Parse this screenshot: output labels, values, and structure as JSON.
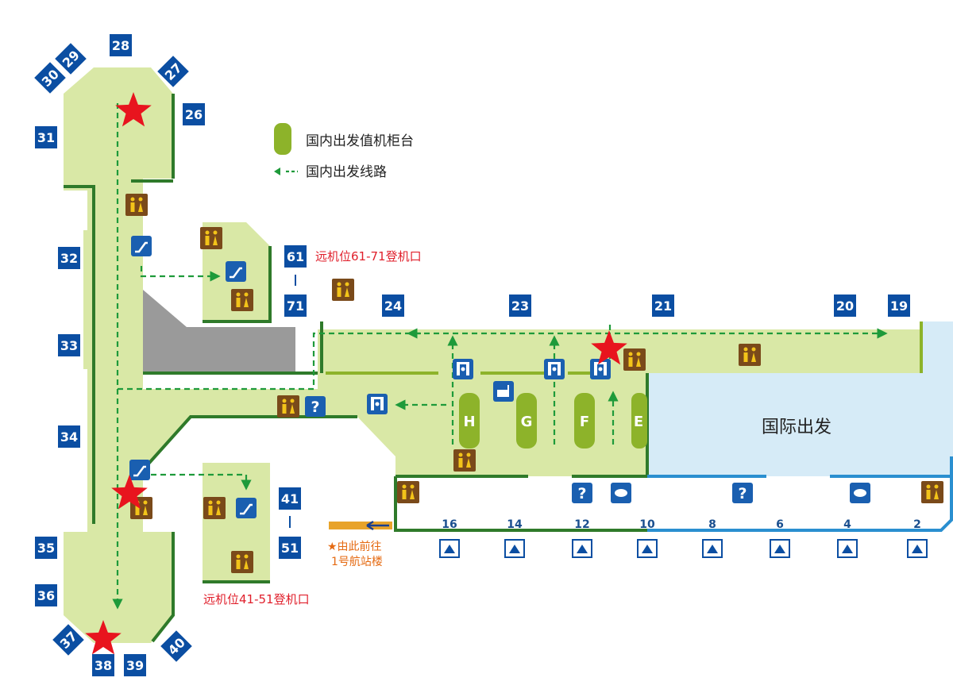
{
  "legend": {
    "checkin_label": "国内出发值机柜台",
    "route_label": "国内出发线路"
  },
  "labels": {
    "remote_61_71": "远机位61-71登机口",
    "remote_41_51": "远机位41-51登机口",
    "intl_departure": "国际出发",
    "to_t1_line1": "★由此前往",
    "to_t1_line2": "1号航站楼"
  },
  "gates": {
    "g28": "28",
    "g29": "29",
    "g30": "30",
    "g27": "27",
    "g26": "26",
    "g31": "31",
    "g32": "32",
    "g33": "33",
    "g34": "34",
    "g35": "35",
    "g36": "36",
    "g37": "37",
    "g38": "38",
    "g39": "39",
    "g40": "40",
    "g61": "61",
    "g71": "71",
    "g41": "41",
    "g51": "51",
    "g24": "24",
    "g23": "23",
    "g21": "21",
    "g20": "20",
    "g19": "19"
  },
  "bridges": [
    "16",
    "14",
    "12",
    "10",
    "8",
    "6",
    "4",
    "2"
  ],
  "counters": [
    "H",
    "G",
    "F",
    "E"
  ],
  "colors": {
    "gate_blue": "#0b4ea2",
    "terminal_fill": "#d9e8a6",
    "border_green": "#2f7a2a",
    "counter_green": "#8db32a",
    "intl_fill": "#d6ebf7",
    "intl_border": "#2a8fd0",
    "route_green": "#1e9a3a",
    "star_red": "#e8141e",
    "restroom_brown": "#7a4a1a"
  }
}
